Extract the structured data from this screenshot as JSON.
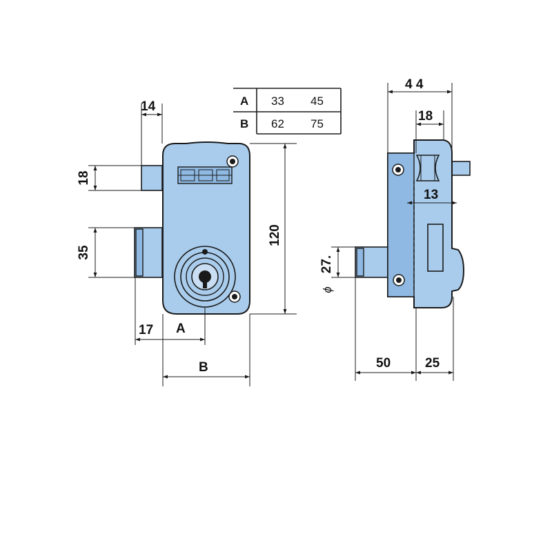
{
  "colors": {
    "lock_fill": "#a9ccec",
    "lock_shade": "#8fb9e2",
    "line": "#1a1a1a"
  },
  "table": {
    "rows": [
      {
        "label": "A",
        "values": [
          "33",
          "45"
        ]
      },
      {
        "label": "B",
        "values": [
          "62",
          "75"
        ]
      }
    ]
  },
  "front_view": {
    "dim_bolt_width": "14",
    "dim_latch_height": "18",
    "dim_bolt_height": "35",
    "dim_total_height": "120",
    "dim_offset": "17",
    "dim_a": "A",
    "dim_b": "B"
  },
  "side_view": {
    "dim_depth": "4 4",
    "dim_latch": "18",
    "dim_latch_gap": "13",
    "dim_cylinder_dia": "27.",
    "dia_symbol": "ϕ",
    "dim_cylinder_length": "50",
    "dim_rear": "25"
  }
}
